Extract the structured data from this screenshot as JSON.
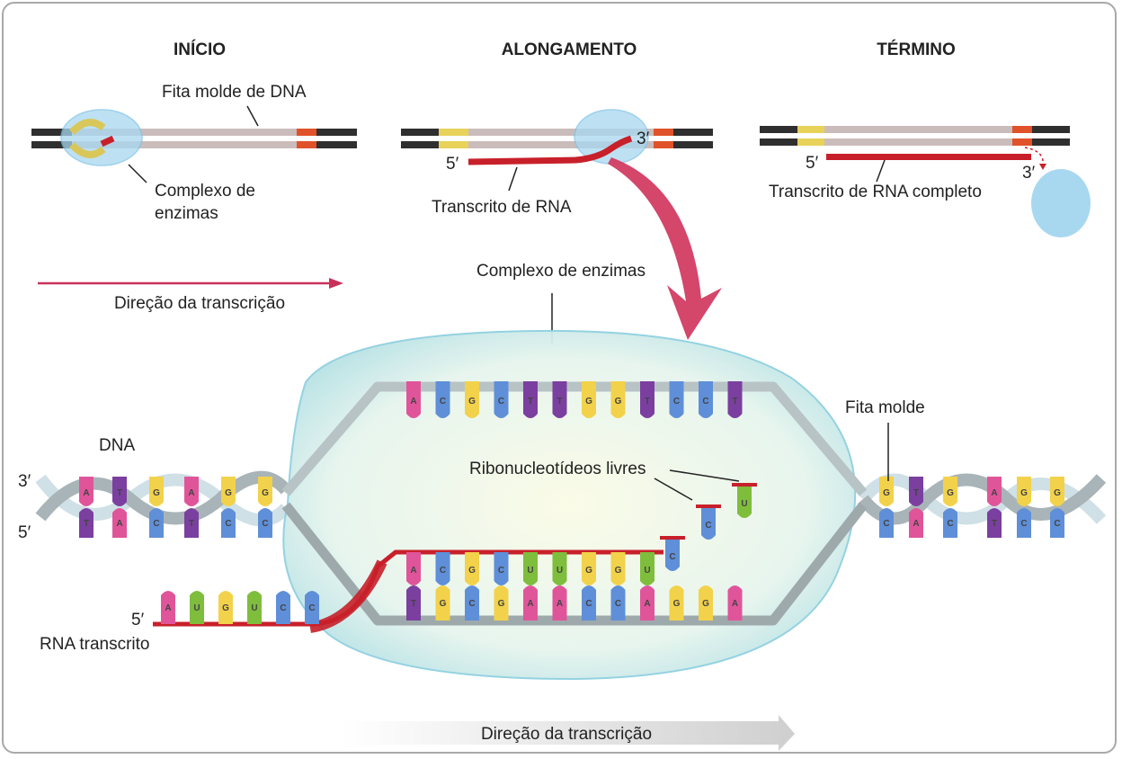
{
  "stages": {
    "start": "INÍCIO",
    "elongation": "ALONGAMENTO",
    "end": "TÉRMINO"
  },
  "labels": {
    "template_dna": "Fita molde de DNA",
    "enzyme_complex_small_l1": "Complexo de",
    "enzyme_complex_small_l2": "enzimas",
    "rna_transcript": "Transcrito de RNA",
    "complete_transcript": "Transcrito de RNA completo",
    "direction_top": "Direção da transcrição",
    "enzyme_complex_big": "Complexo de enzimas",
    "free_ribonucleotides": "Ribonucleotídeos livres",
    "template_strand": "Fita molde",
    "dna": "DNA",
    "rna_transcribed": "RNA transcrito",
    "direction_bottom": "Direção da transcrição",
    "five_prime": "5′",
    "three_prime": "3′"
  },
  "nucleotides": {
    "top_strand": [
      "A",
      "C",
      "G",
      "C",
      "T",
      "T",
      "G",
      "G",
      "T",
      "C",
      "C",
      "T"
    ],
    "template_strand": [
      "T",
      "G",
      "C",
      "G",
      "A",
      "A",
      "C",
      "C",
      "A",
      "G",
      "G",
      "A"
    ],
    "rna_in_bubble": [
      "A",
      "C",
      "G",
      "C",
      "U",
      "U",
      "G",
      "G",
      "U"
    ],
    "rna_outside": [
      "A",
      "U",
      "G",
      "U",
      "C",
      "C"
    ],
    "free_nucleotides": [
      "C",
      "C",
      "U"
    ],
    "left_helix_pairs": [
      [
        "A",
        "T"
      ],
      [
        "T",
        "A"
      ],
      [
        "G",
        "C"
      ],
      [
        "A",
        "T"
      ],
      [
        "G",
        "C"
      ],
      [
        "G",
        "C"
      ]
    ],
    "right_helix_pairs": [
      [
        "G",
        "C"
      ],
      [
        "T",
        "A"
      ],
      [
        "G",
        "C"
      ],
      [
        "A",
        "T"
      ],
      [
        "G",
        "C"
      ],
      [
        "G",
        "C"
      ]
    ]
  },
  "colors": {
    "A": "#e0559a",
    "T": "#7b3fa0",
    "G": "#f2d24a",
    "C": "#5f8fd8",
    "U": "#7fbd3c",
    "rna_red": "#c8202a",
    "enzyme_blue": "#a7d8f0",
    "arrow_pink": "#d23c62",
    "promoter_yellow": "#e8d25a",
    "terminator_orange": "#e0522a"
  }
}
